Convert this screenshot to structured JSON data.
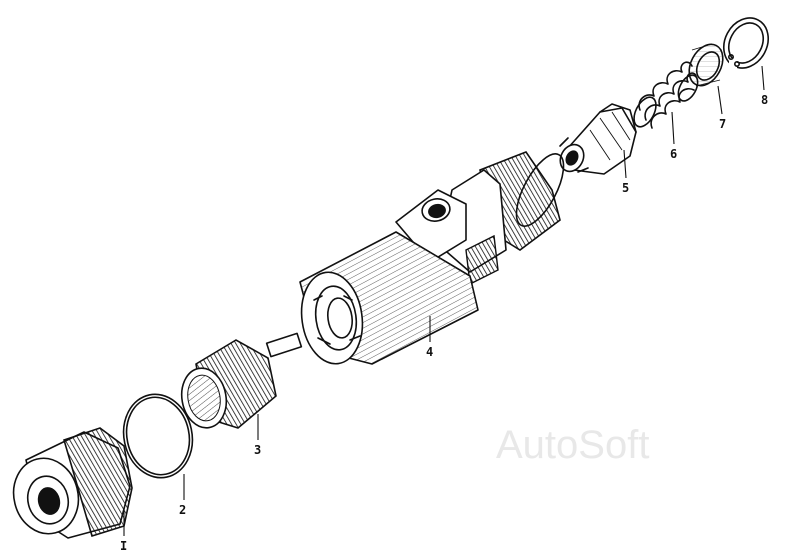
{
  "diagram": {
    "callouts": [
      {
        "id": "part-1",
        "label": "I"
      },
      {
        "id": "part-2",
        "label": "2"
      },
      {
        "id": "part-3",
        "label": "3"
      },
      {
        "id": "part-4",
        "label": "4"
      },
      {
        "id": "part-5",
        "label": "5"
      },
      {
        "id": "part-6",
        "label": "6"
      },
      {
        "id": "part-7",
        "label": "7"
      },
      {
        "id": "part-8",
        "label": "8"
      }
    ],
    "watermark": "AutoSoft"
  }
}
